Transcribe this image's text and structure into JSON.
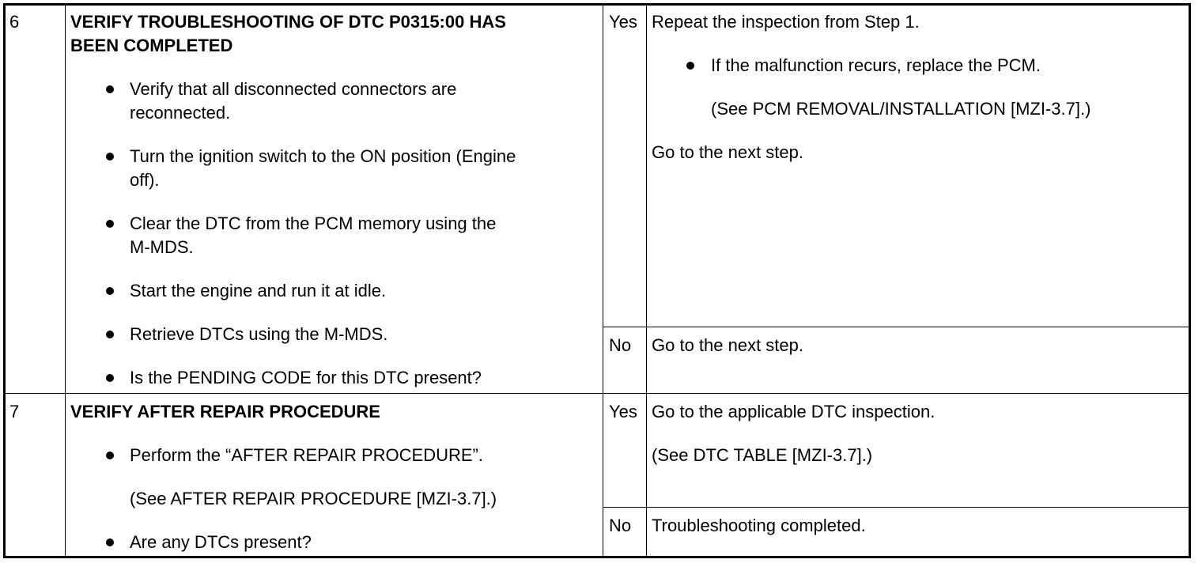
{
  "rows": [
    {
      "number": "6",
      "title_line1": "VERIFY TROUBLESHOOTING OF DTC P0315:00 HAS",
      "title_line2": "BEEN COMPLETED",
      "bullets": [
        {
          "line1": "Verify that all disconnected connectors are",
          "line2": "reconnected."
        },
        {
          "line1": "Turn the ignition switch to the ON position (Engine",
          "line2": "off)."
        },
        {
          "line1": "Clear the DTC from the PCM memory using the",
          "line2": "M-MDS."
        },
        {
          "line1": "Start the engine and run it at idle."
        },
        {
          "line1": "Retrieve DTCs using the M-MDS."
        },
        {
          "line1": "Is the PENDING CODE for this DTC present?"
        }
      ],
      "yes_label": "Yes",
      "yes_action": "Repeat the inspection from Step 1.",
      "yes_bullet": "If the malfunction recurs, replace the PCM.",
      "yes_ref": "(See PCM REMOVAL/INSTALLATION [MZI-3.7].)",
      "yes_next": "Go to the next step.",
      "no_label": "No",
      "no_action": "Go to the next step."
    },
    {
      "number": "7",
      "title_line1": "VERIFY AFTER REPAIR PROCEDURE",
      "bullets": [
        {
          "line1": "Perform the “AFTER REPAIR PROCEDURE”."
        },
        {
          "line1": "Are any DTCs present?"
        }
      ],
      "ref": "(See AFTER REPAIR PROCEDURE [MZI-3.7].)",
      "yes_label": "Yes",
      "yes_action": "Go to the applicable DTC inspection.",
      "yes_ref": "(See DTC TABLE [MZI-3.7].)",
      "no_label": "No",
      "no_action": "Troubleshooting completed."
    }
  ]
}
